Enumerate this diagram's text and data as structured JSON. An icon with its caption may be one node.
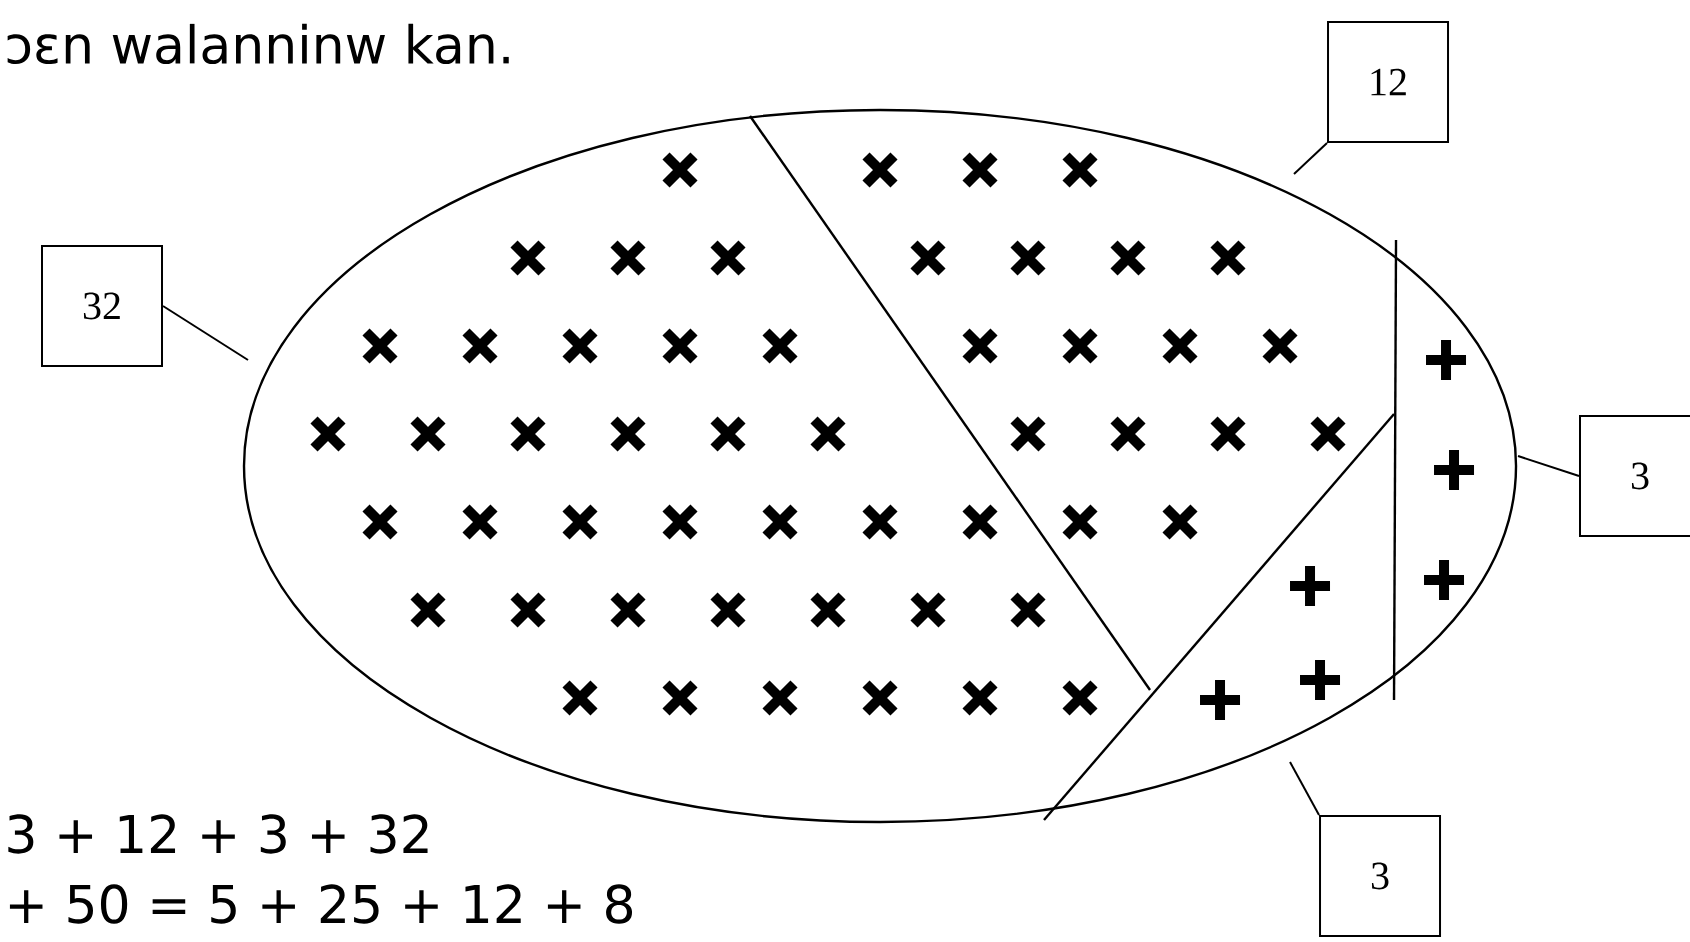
{
  "diagram": {
    "nodes": [
      {
        "text": [
          "12"
        ]
      },
      {
        "text": [
          "32"
        ]
      },
      {
        "text": [
          "3"
        ]
      },
      {
        "text": [
          "3"
        ]
      }
    ],
    "edges": [
      {
        "from": 0,
        "to": null,
        "arrow": "none"
      },
      {
        "from": 1,
        "to": null,
        "arrow": "none"
      },
      {
        "from": 2,
        "to": null,
        "arrow": "none"
      },
      {
        "from": 3,
        "to": null,
        "arrow": "none"
      }
    ],
    "labels": [
      "ɔɛn walanninw kan.",
      "3 + 12 + 3 + 32",
      "+ 50 = 5 + 25 + 12 + 8"
    ]
  }
}
